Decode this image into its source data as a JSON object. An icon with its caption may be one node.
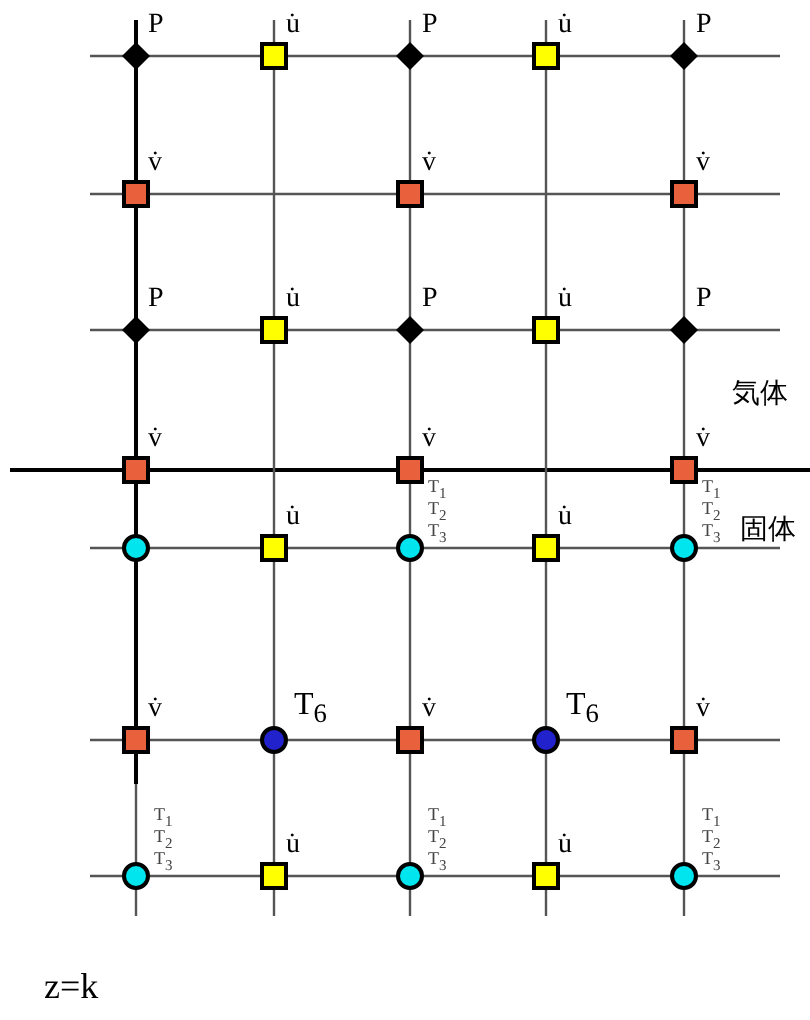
{
  "diagram": {
    "nodes": [
      {
        "text": [],
        "shape": "diamond",
        "beside": [
          "P"
        ]
      },
      {
        "text": [],
        "shape": "box",
        "beside": [
          "u̇"
        ]
      },
      {
        "text": [],
        "shape": "diamond",
        "beside": [
          "P"
        ]
      },
      {
        "text": [],
        "shape": "box",
        "beside": [
          "u̇"
        ]
      },
      {
        "text": [],
        "shape": "diamond",
        "beside": [
          "P"
        ]
      },
      {
        "text": [],
        "shape": "box",
        "beside": [
          "v̇"
        ]
      },
      {
        "text": [],
        "shape": "box",
        "beside": [
          "v̇"
        ]
      },
      {
        "text": [],
        "shape": "box",
        "beside": [
          "v̇"
        ]
      },
      {
        "text": [],
        "shape": "diamond",
        "beside": [
          "P"
        ]
      },
      {
        "text": [],
        "shape": "box",
        "beside": [
          "u̇"
        ]
      },
      {
        "text": [],
        "shape": "diamond",
        "beside": [
          "P"
        ]
      },
      {
        "text": [],
        "shape": "box",
        "beside": [
          "u̇"
        ]
      },
      {
        "text": [],
        "shape": "diamond",
        "beside": [
          "P"
        ]
      },
      {
        "text": [],
        "shape": "box",
        "beside": [
          "v̇"
        ]
      },
      {
        "text": [],
        "shape": "box",
        "beside": [
          "v̇"
        ]
      },
      {
        "text": [],
        "shape": "box",
        "beside": [
          "v̇"
        ]
      },
      {
        "text": [],
        "shape": "circle"
      },
      {
        "text": [],
        "shape": "box",
        "beside": [
          "u̇"
        ]
      },
      {
        "text": [],
        "shape": "circle",
        "beside": [
          "T$_{1}$",
          "T$_{2}$",
          "T$_{3}$"
        ]
      },
      {
        "text": [],
        "shape": "box",
        "beside": [
          "u̇"
        ]
      },
      {
        "text": [],
        "shape": "circle",
        "beside": [
          "T$_{1}$",
          "T$_{2}$",
          "T$_{3}$"
        ]
      },
      {
        "text": [],
        "shape": "box",
        "beside": [
          "v̇"
        ]
      },
      {
        "text": [],
        "shape": "circle",
        "beside": [
          "T$_{6}$"
        ]
      },
      {
        "text": [],
        "shape": "box",
        "beside": [
          "v̇"
        ]
      },
      {
        "text": [],
        "shape": "circle",
        "beside": [
          "T$_{6}$"
        ]
      },
      {
        "text": [],
        "shape": "box",
        "beside": [
          "v̇"
        ]
      },
      {
        "text": [],
        "shape": "circle",
        "beside": [
          "T$_{1}$",
          "T$_{2}$",
          "T$_{3}$"
        ]
      },
      {
        "text": [],
        "shape": "box",
        "beside": [
          "u̇"
        ]
      },
      {
        "text": [],
        "shape": "circle",
        "beside": [
          "T$_{1}$",
          "T$_{2}$",
          "T$_{3}$"
        ]
      },
      {
        "text": [],
        "shape": "box",
        "beside": [
          "u̇"
        ]
      },
      {
        "text": [],
        "shape": "circle",
        "beside": [
          "T$_{1}$",
          "T$_{2}$",
          "T$_{3}$"
        ]
      }
    ],
    "labels": [
      "気体",
      "固体",
      "z=k"
    ]
  }
}
